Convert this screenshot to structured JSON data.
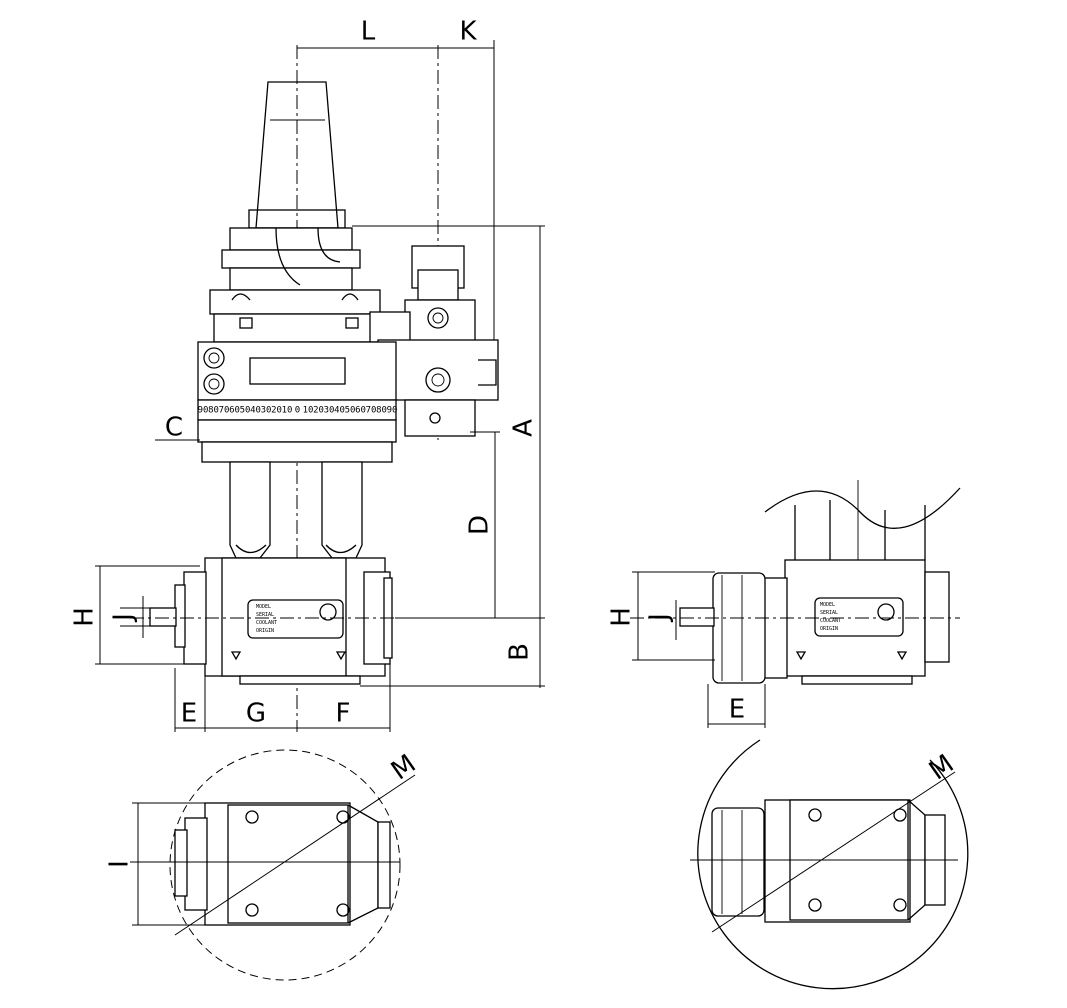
{
  "dimension_labels": {
    "A": "A",
    "B": "B",
    "C": "C",
    "D": "D",
    "E": "E",
    "F": "F",
    "G": "G",
    "H": "H",
    "I": "I",
    "J": "J",
    "K": "K",
    "L": "L",
    "M": "M"
  },
  "side_view_labels": {
    "E": "E",
    "H": "H",
    "J": "J",
    "M": "M"
  },
  "scale_ticks": [
    "90",
    "80",
    "70",
    "60",
    "50",
    "40",
    "30",
    "20",
    "10",
    "0",
    "10",
    "20",
    "30",
    "40",
    "50",
    "60",
    "70",
    "80",
    "90"
  ]
}
